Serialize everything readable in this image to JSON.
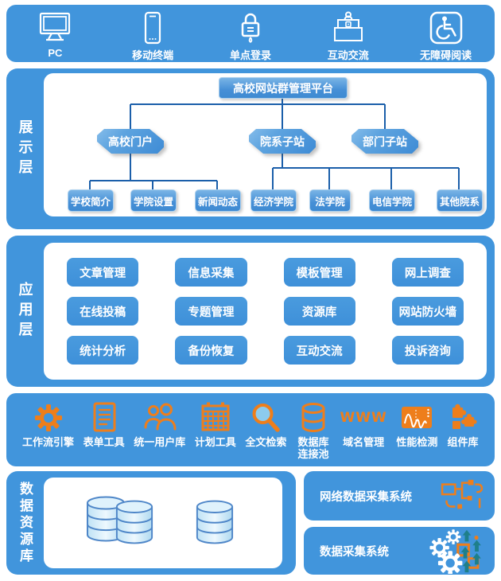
{
  "colors": {
    "accent_blue": "#4195DC",
    "button_blue": "#4193DB",
    "connector_blue": "#1B5FAA",
    "orange": "#EE7E1B",
    "teal_arrow": "#1E7F8A",
    "cylinder_stroke": "#4E86C8"
  },
  "device_bar": {
    "items": [
      {
        "label": "PC",
        "icon": "desktop-icon"
      },
      {
        "label": "移动终端",
        "icon": "mobile-icon"
      },
      {
        "label": "单点登录",
        "icon": "lock-icon"
      },
      {
        "label": "互动交流",
        "icon": "service-desk-icon"
      },
      {
        "label": "无障碍阅读",
        "icon": "accessibility-icon"
      }
    ]
  },
  "display_layer": {
    "label": "展示层",
    "tree": {
      "root": "高校网站群管理平台",
      "level2": [
        "高校门户",
        "院系子站",
        "部门子站"
      ],
      "level3_portal": [
        "学校简介",
        "学院设置",
        "新闻动态"
      ],
      "level3_faculty": [
        "经济学院",
        "法学院",
        "电信学院",
        "其他院系"
      ]
    }
  },
  "application_layer": {
    "label": "应用层",
    "buttons": [
      "文章管理",
      "信息采集",
      "模板管理",
      "网上调查",
      "在线投稿",
      "专题管理",
      "资源库",
      "网站防火墙",
      "统计分析",
      "备份恢复",
      "互动交流",
      "投诉咨询"
    ]
  },
  "middleware_strip": {
    "items": [
      {
        "label": "工作流引擎",
        "icon": "gear-icon"
      },
      {
        "label": "表单工具",
        "icon": "form-document-icon"
      },
      {
        "label": "统一用户库",
        "icon": "users-icon"
      },
      {
        "label": "计划工具",
        "icon": "calendar-icon"
      },
      {
        "label": "全文检索",
        "icon": "search-icon"
      },
      {
        "label": "数据库连接池",
        "icon": "database-icon"
      },
      {
        "label": "域名管理",
        "icon": "www-icon",
        "icon_text": "WWW"
      },
      {
        "label": "性能检测",
        "icon": "performance-monitor-icon"
      },
      {
        "label": "组件库",
        "icon": "puzzle-icon"
      }
    ]
  },
  "data_layer": {
    "label": "数据资源库",
    "icon": "database-cylinders-icon"
  },
  "systems": [
    {
      "label": "网络数据采集系统",
      "icon": "network-collect-icon"
    },
    {
      "label": "数据采集系统",
      "icon": "data-collect-icon"
    }
  ]
}
